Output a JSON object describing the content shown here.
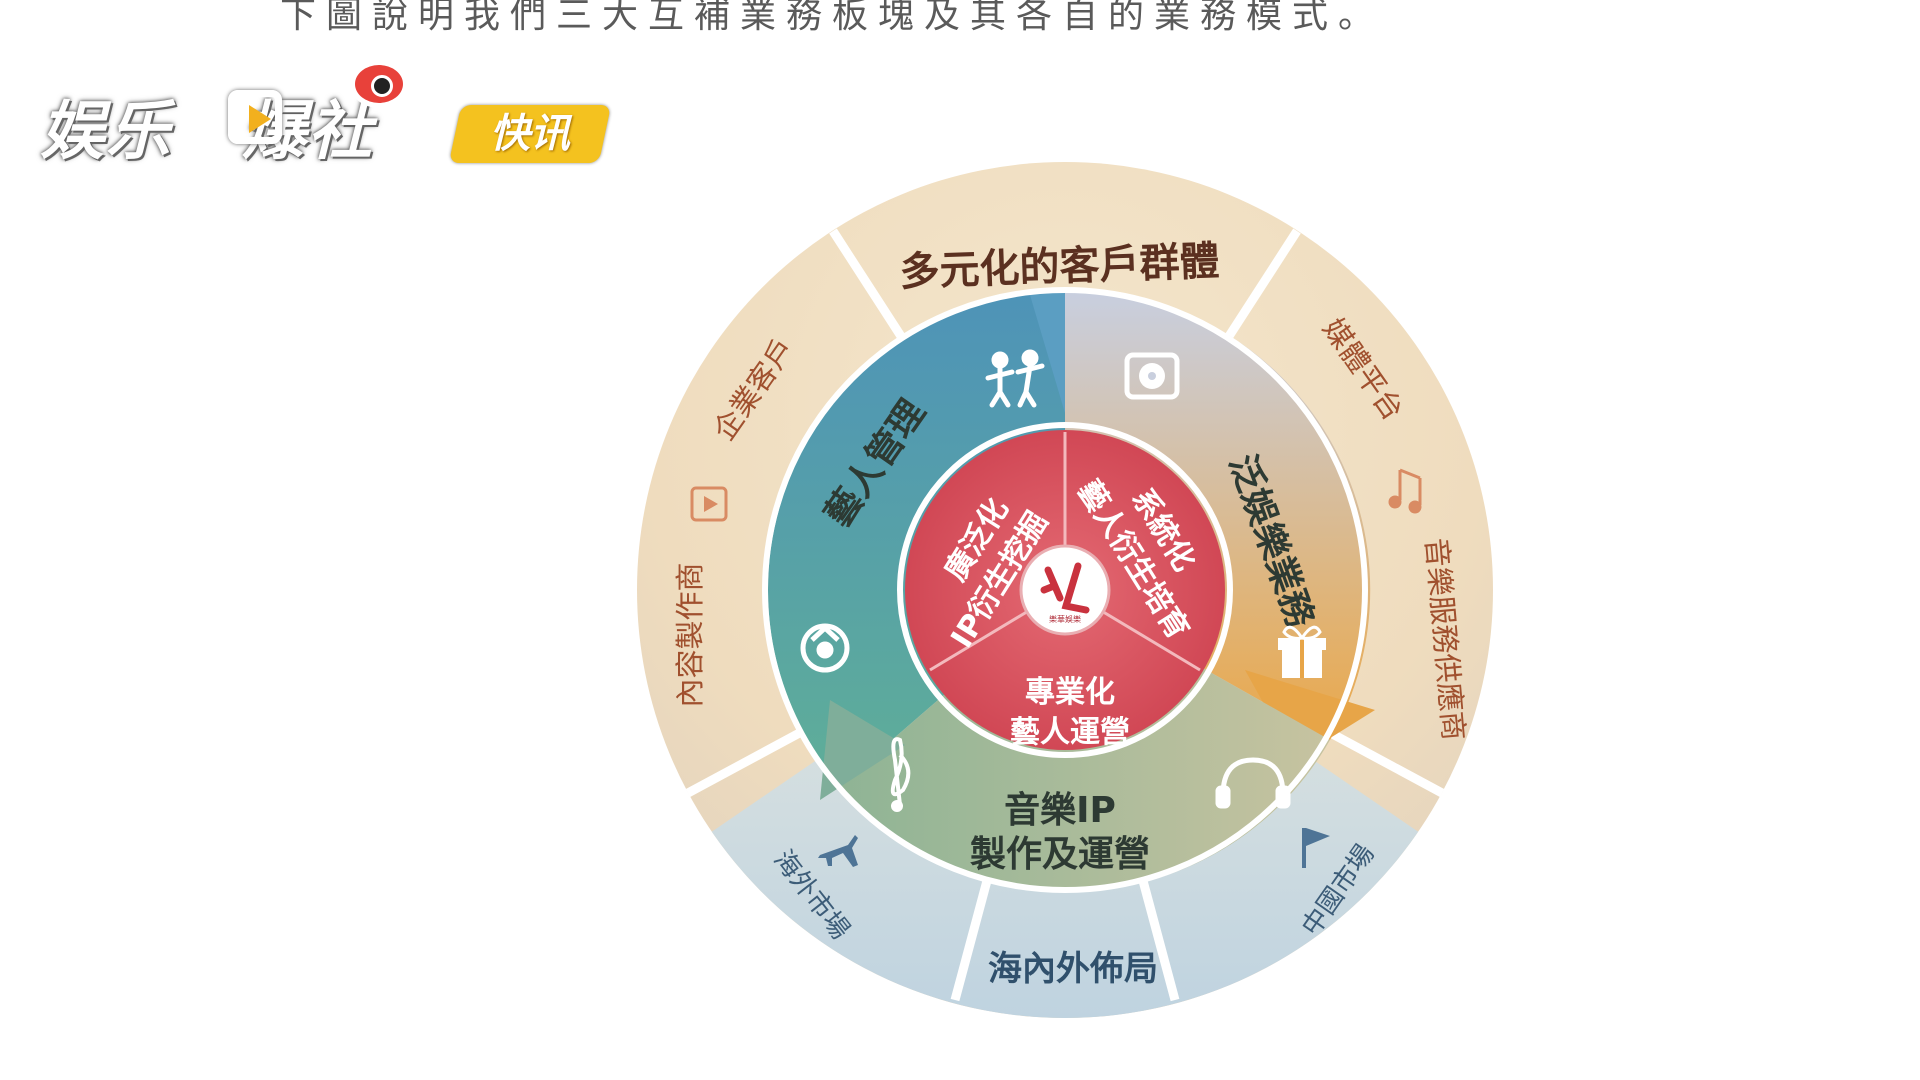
{
  "header": {
    "caption": "下圖說明我們三大互補業務板塊及其各自的業務模式。"
  },
  "watermark": {
    "brand": "娱乐",
    "brand_suffix": "爆社",
    "badge": "快讯"
  },
  "diagram": {
    "outer_top": "多元化的客戶群體",
    "outer_top_left": "企業客戶",
    "outer_left": "內容製作商",
    "outer_top_right": "媒體平台",
    "outer_right": "音樂服務供應商",
    "outer_bottom": "海內外佈局",
    "outer_bottom_left": "海外市場",
    "outer_bottom_right": "中國市場",
    "middle_artist": "藝人管理",
    "middle_entertainment": "泛娛樂業務",
    "middle_music_line1": "音樂IP",
    "middle_music_line2": "製作及運營",
    "inner_left_line1": "廣泛化",
    "inner_left_line2": "IP衍生挖掘",
    "inner_right_line1": "系統化",
    "inner_right_line2": "藝人衍生培育",
    "inner_bottom_line1": "專業化",
    "inner_bottom_line2": "藝人運營",
    "center_logo_sub": "樂華娛樂",
    "colors": {
      "outer_beige": "#f1dec2",
      "outer_blue": "#cfdde6",
      "teal": "#5aa89a",
      "blue_arrow": "#5b9ec2",
      "orange": "#e7a548",
      "olive": "#a7b58e",
      "core_red": "#d9525e",
      "divider": "#ffffff"
    },
    "icons": [
      "people-icon",
      "vinyl-icon",
      "music-note-icon",
      "gift-icon",
      "headphones-icon",
      "treble-clef-icon",
      "recycle-icon",
      "play-icon",
      "airplane-icon",
      "flag-icon"
    ]
  }
}
